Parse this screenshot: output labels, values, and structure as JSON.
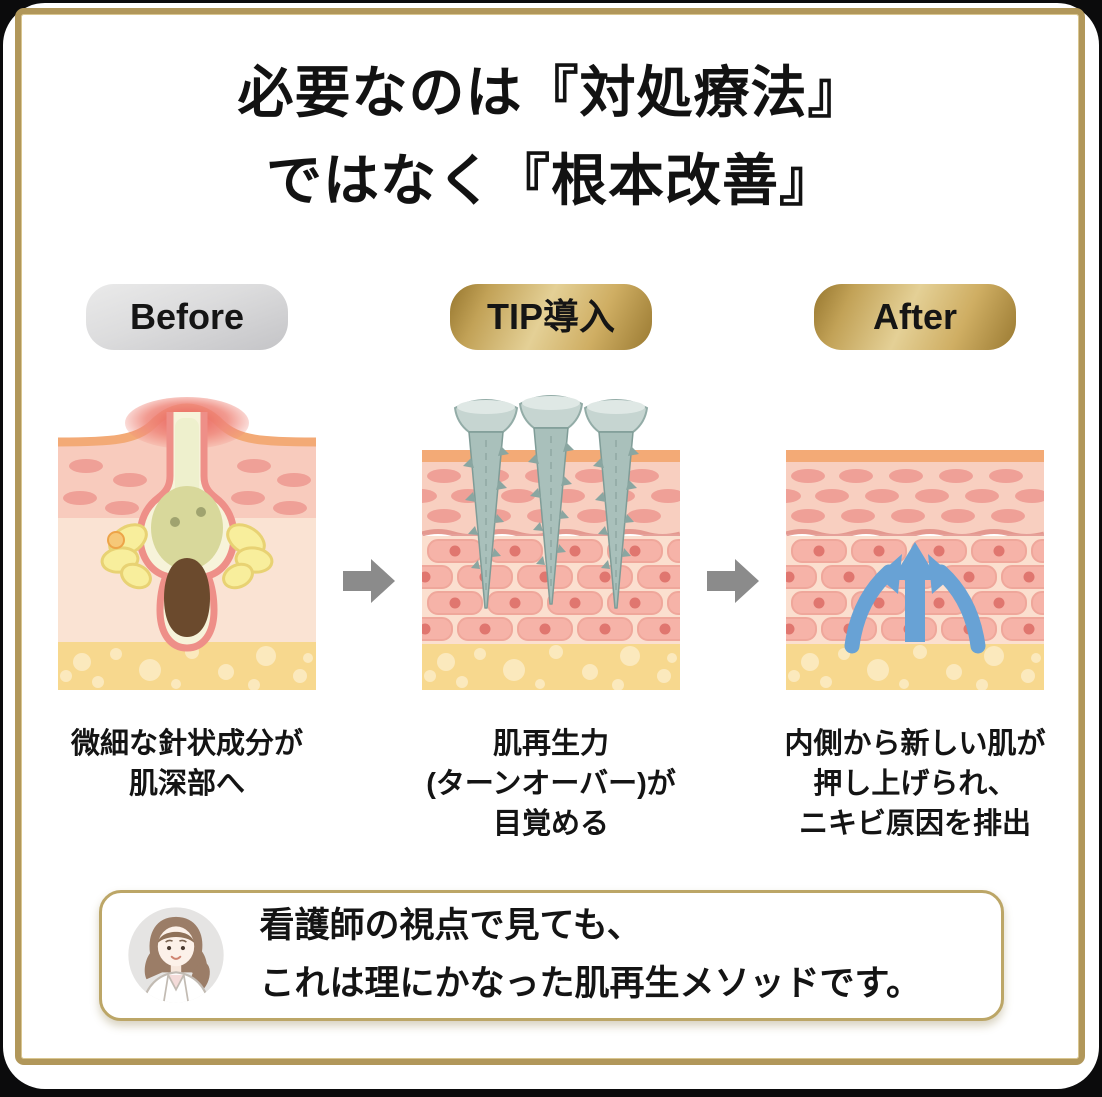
{
  "header": {
    "title_line1": "必要なのは『対処療法』",
    "title_line2": "ではなく『根本改善』"
  },
  "steps": [
    {
      "badge": "Before",
      "badge_style": "silver",
      "illustration": "acne-skin-cross-section",
      "caption_lines": [
        "微細な針状成分が",
        "肌深部へ"
      ]
    },
    {
      "badge": "TIP導入",
      "badge_style": "gold",
      "illustration": "microneedles-in-skin-cross-section",
      "caption_lines": [
        "肌再生力",
        "(ターンオーバー)が",
        "目覚める"
      ]
    },
    {
      "badge": "After",
      "badge_style": "gold",
      "illustration": "renewed-skin-with-up-arrows",
      "caption_lines": [
        "内側から新しい肌が",
        "押し上げられ、",
        "ニキビ原因を排出"
      ]
    }
  ],
  "note": {
    "avatar": "nurse-avatar",
    "line1": "看護師の視点で見ても、",
    "line2": "これは理にかなった肌再生メソッドです。"
  },
  "icons": {
    "flow_arrow": "right-arrow-icon",
    "renewal_arrows": "up-arrows-icon"
  },
  "colors": {
    "background": "#0b0b0c",
    "card": "#ffffff",
    "frame_gold": "#b1975a",
    "badge_gold_dark": "#96762e",
    "badge_gold_light": "#e4d096",
    "badge_silver": "#d9d9da",
    "flow_arrow_gray": "#8b8b8b",
    "renewal_arrow_blue": "#68a2d5",
    "skin_surface_orange": "#f3aa76",
    "epidermis_pink": "#f8cbbd",
    "cell_pink": "#f6b3a8",
    "fat_yellow": "#f7d88e",
    "needle_teal": "#a9c0bb",
    "text": "#141414"
  }
}
